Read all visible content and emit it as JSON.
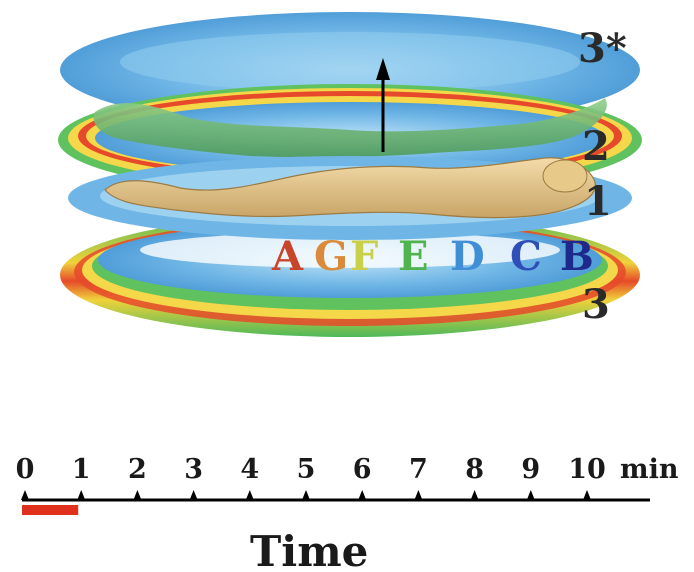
{
  "layers": {
    "top": "3*",
    "middle": "2",
    "body": "1",
    "bottom": "3"
  },
  "zones": [
    {
      "letter": "A",
      "color": "#c8452c"
    },
    {
      "letter": "G",
      "color": "#d98a3a"
    },
    {
      "letter": "F",
      "color": "#c9d04a"
    },
    {
      "letter": "E",
      "color": "#4fb34e"
    },
    {
      "letter": "D",
      "color": "#3f8ed6"
    },
    {
      "letter": "C",
      "color": "#2e4fb8"
    },
    {
      "letter": "B",
      "color": "#1d2a8c"
    }
  ],
  "timeline": {
    "ticks": [
      "0",
      "1",
      "2",
      "3",
      "4",
      "5",
      "6",
      "7",
      "8",
      "9",
      "10"
    ],
    "unit": "min",
    "title": "Time",
    "highlight_range": [
      0,
      1
    ],
    "highlight_color": "#e0301e"
  },
  "colors": {
    "field_blue": "#5aa6df",
    "ring_green": "#5cc35a",
    "ring_red": "#e64a2a",
    "body_tan": "#e7c98a",
    "arrow": "#000000"
  }
}
